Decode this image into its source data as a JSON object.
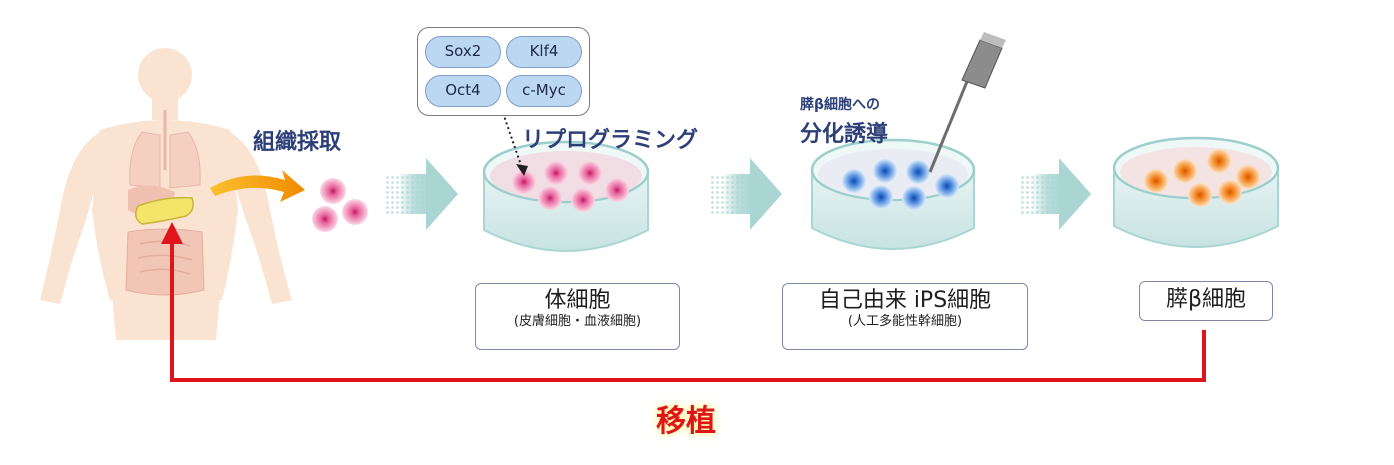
{
  "labels": {
    "tissue_collection": "組織採取",
    "reprogramming": "リプログラミング",
    "differentiation_small": "膵β細胞への",
    "differentiation_big": "分化誘導",
    "transplant": "移植"
  },
  "factors": [
    "Sox2",
    "Klf4",
    "Oct4",
    "c-Myc"
  ],
  "boxes": {
    "somatic": {
      "main": "体細胞",
      "sub": "(皮膚細胞・血液細胞)"
    },
    "ips": {
      "main": "自己由来 iPS細胞",
      "sub": "(人工多能性幹細胞)"
    },
    "beta": {
      "main": "膵β細胞"
    }
  },
  "colors": {
    "label": "#2d3f79",
    "arrow_red": "#e0151b",
    "pink_cell": "#e6609a",
    "blue_cell": "#3a7bd5",
    "orange_cell": "#f07f1a",
    "flow_arrow": "#a9d6d3",
    "body": "#fbe3d2"
  }
}
